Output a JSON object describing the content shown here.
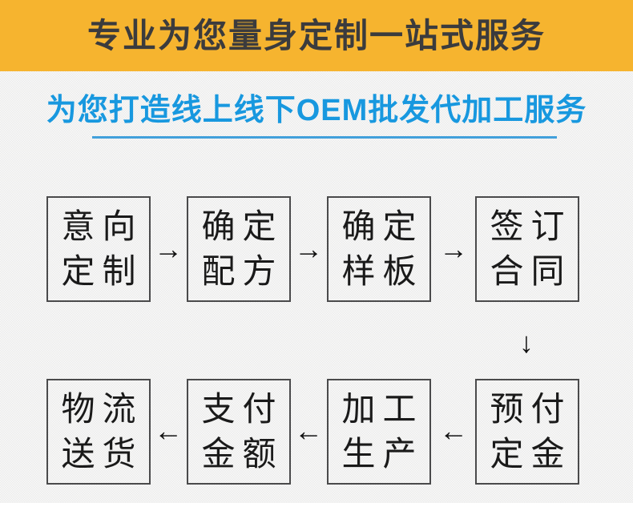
{
  "banner": {
    "title": "专业为您量身定制一站式服务"
  },
  "subtitle": {
    "text": "为您打造线上线下OEM批发代加工服务"
  },
  "flow": {
    "row1": [
      {
        "label": "意向\n定制"
      },
      {
        "label": "确定\n配方"
      },
      {
        "label": "确定\n样板"
      },
      {
        "label": "签订\n合同"
      }
    ],
    "row2": [
      {
        "label": "物流\n送货"
      },
      {
        "label": "支付\n金额"
      },
      {
        "label": "加工\n生产"
      },
      {
        "label": "预付\n定金"
      }
    ]
  },
  "icons": {
    "arrow_right": "→",
    "arrow_left": "←",
    "arrow_down": "↓"
  },
  "colors": {
    "banner_bg": "#F6B42F",
    "banner_text": "#3B3B3D",
    "accent_blue": "#1898DF",
    "underline_blue": "#42A0DB",
    "body_bg": "#F1F1F0",
    "box_border": "#4A4A4B"
  }
}
